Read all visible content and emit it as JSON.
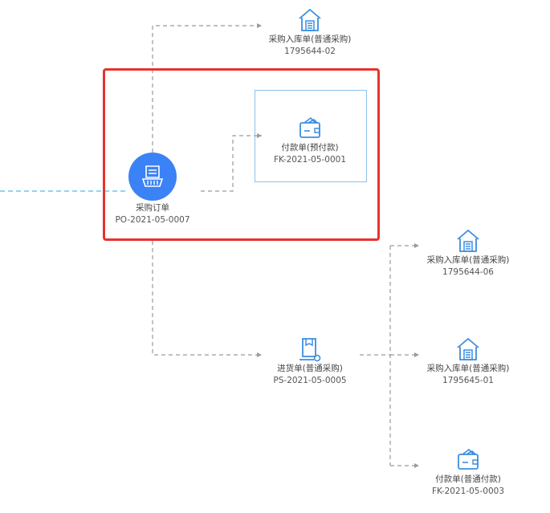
{
  "colors": {
    "accent": "#3b82f6",
    "icon_stroke": "#3b8ee0",
    "edge": "#9a9a9a",
    "incoming_edge": "#6cc7e8",
    "highlight": "#e8322d",
    "selection": "#8cc4ec"
  },
  "root": {
    "icon": "purchase-order-icon",
    "label": "采购订单",
    "number": "PO-2021-05-0007"
  },
  "nodes": [
    {
      "id": "receipt_02",
      "icon": "warehouse-icon",
      "label": "采购入库单(普通采购)",
      "number": "1795644-02"
    },
    {
      "id": "payment_0001",
      "icon": "wallet-icon",
      "label": "付款单(预付款)",
      "number": "FK-2021-05-0001",
      "selected": true
    },
    {
      "id": "receipt_06",
      "icon": "warehouse-icon",
      "label": "采购入库单(普通采购)",
      "number": "1795644-06"
    },
    {
      "id": "delivery_0005",
      "icon": "delivery-note-icon",
      "label": "进货单(普通采购)",
      "number": "PS-2021-05-0005"
    },
    {
      "id": "receipt_01",
      "icon": "warehouse-icon",
      "label": "采购入库单(普通采购)",
      "number": "1795645-01"
    },
    {
      "id": "payment_0003",
      "icon": "wallet-icon",
      "label": "付款单(普通付款)",
      "number": "FK-2021-05-0003"
    }
  ]
}
